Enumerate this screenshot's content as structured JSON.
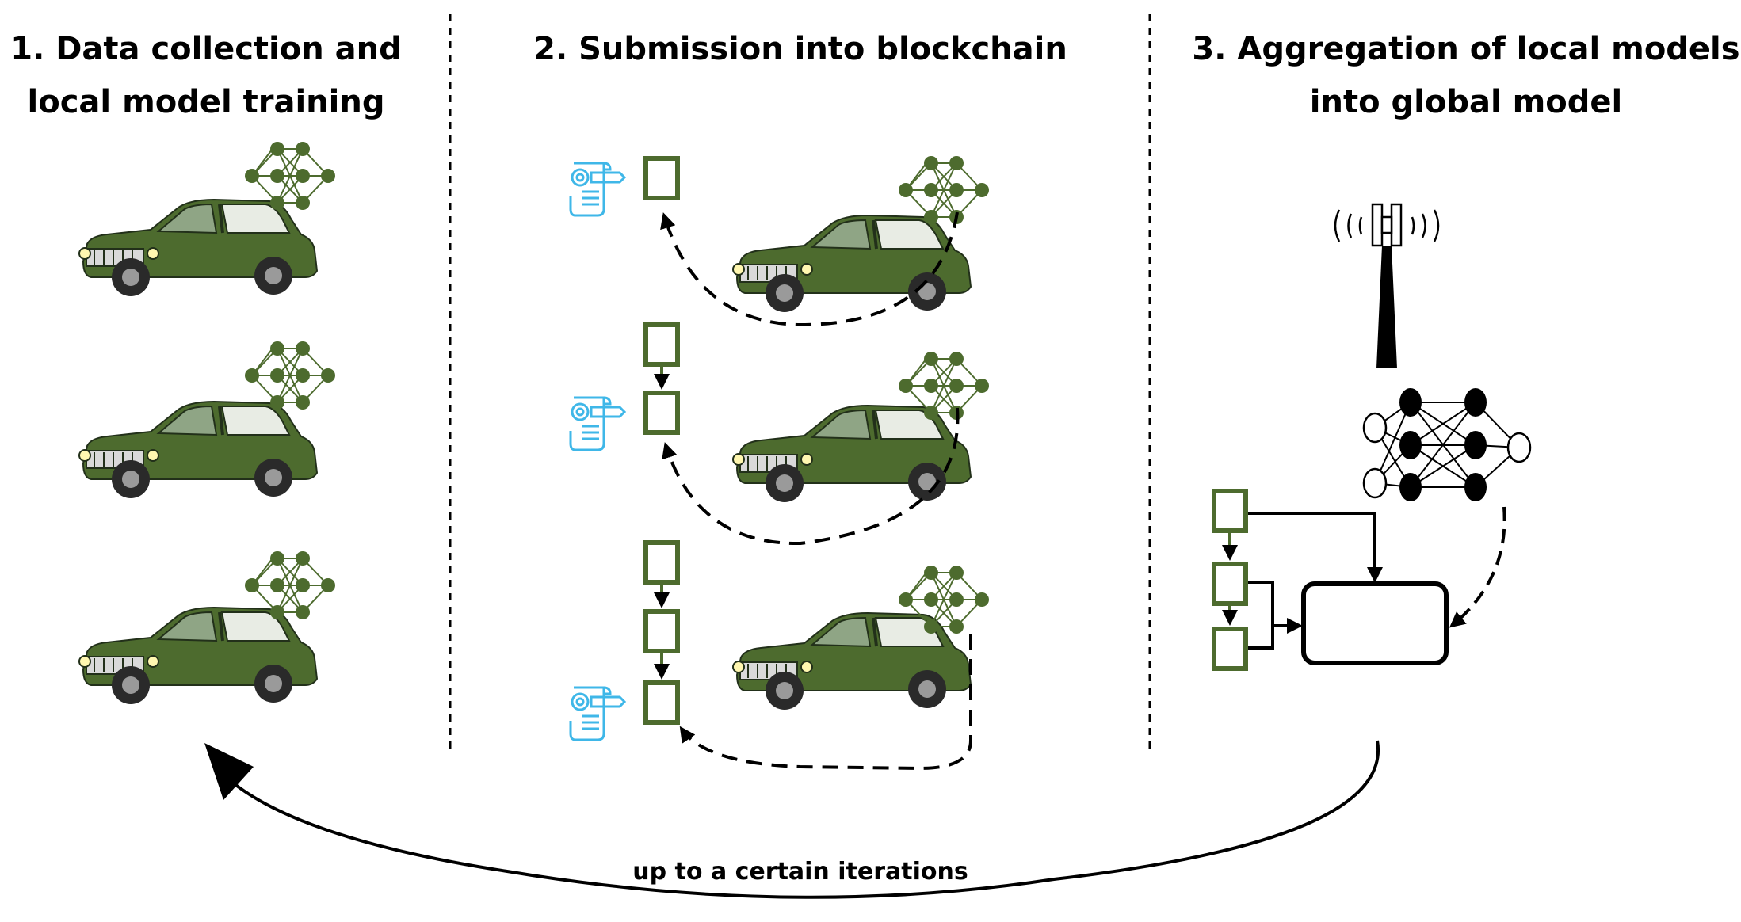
{
  "sections": [
    {
      "id": "step-1",
      "title_lines": [
        "1. Data collection and",
        "local model training"
      ]
    },
    {
      "id": "step-2",
      "title_lines": [
        "2. Submission into blockchain"
      ]
    },
    {
      "id": "step-3",
      "title_lines": [
        "3. Aggregation of local models",
        "into global model"
      ]
    }
  ],
  "loop_label": "up to a certain iterations",
  "colors": {
    "vehicle": "#4d6b2e",
    "block": "#4d6b2e",
    "network": "#4d6b2e",
    "contract": "#3fb7e8",
    "arrow": "#000000"
  },
  "icons": [
    "car-icon",
    "neural-network-icon",
    "block-icon",
    "smart-contract-icon",
    "antenna-icon",
    "aggregator-icon"
  ]
}
